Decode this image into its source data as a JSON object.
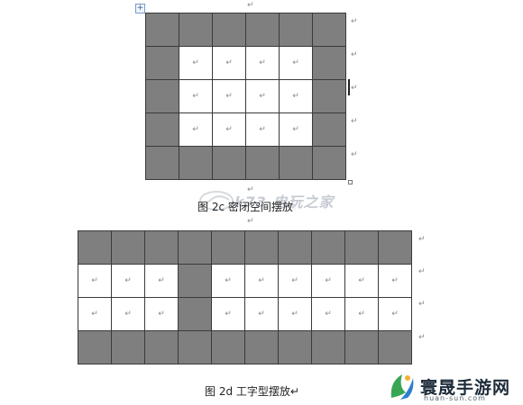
{
  "paragraph_mark": "↵",
  "table_move_handle": "+",
  "captions": {
    "figure_2c": "图 2c 密闭空间摆放",
    "figure_2d": "图 2d 工字型摆放↵"
  },
  "watermarks": {
    "center_text": "k73 电玩之家"
  },
  "branding": {
    "name": "寰晟手游网",
    "url": "huan-sun.com"
  },
  "tables": {
    "closed_space": {
      "rows": 5,
      "cols": 6,
      "pattern": [
        [
          1,
          1,
          1,
          1,
          1,
          1
        ],
        [
          1,
          0,
          0,
          0,
          0,
          1
        ],
        [
          1,
          0,
          0,
          0,
          0,
          1
        ],
        [
          1,
          0,
          0,
          0,
          0,
          1
        ],
        [
          1,
          1,
          1,
          1,
          1,
          1
        ]
      ]
    },
    "i_shape": {
      "rows": 4,
      "cols": 10,
      "pattern": [
        [
          1,
          1,
          1,
          1,
          1,
          1,
          1,
          1,
          1,
          1
        ],
        [
          0,
          0,
          0,
          1,
          0,
          0,
          0,
          0,
          0,
          0
        ],
        [
          0,
          0,
          0,
          1,
          0,
          0,
          0,
          0,
          0,
          0
        ],
        [
          1,
          1,
          1,
          1,
          1,
          1,
          1,
          1,
          1,
          1
        ]
      ]
    }
  },
  "colors": {
    "filled_cell": "#7f7f7f",
    "border": "#3a3a3a",
    "background": "#ffffff"
  }
}
